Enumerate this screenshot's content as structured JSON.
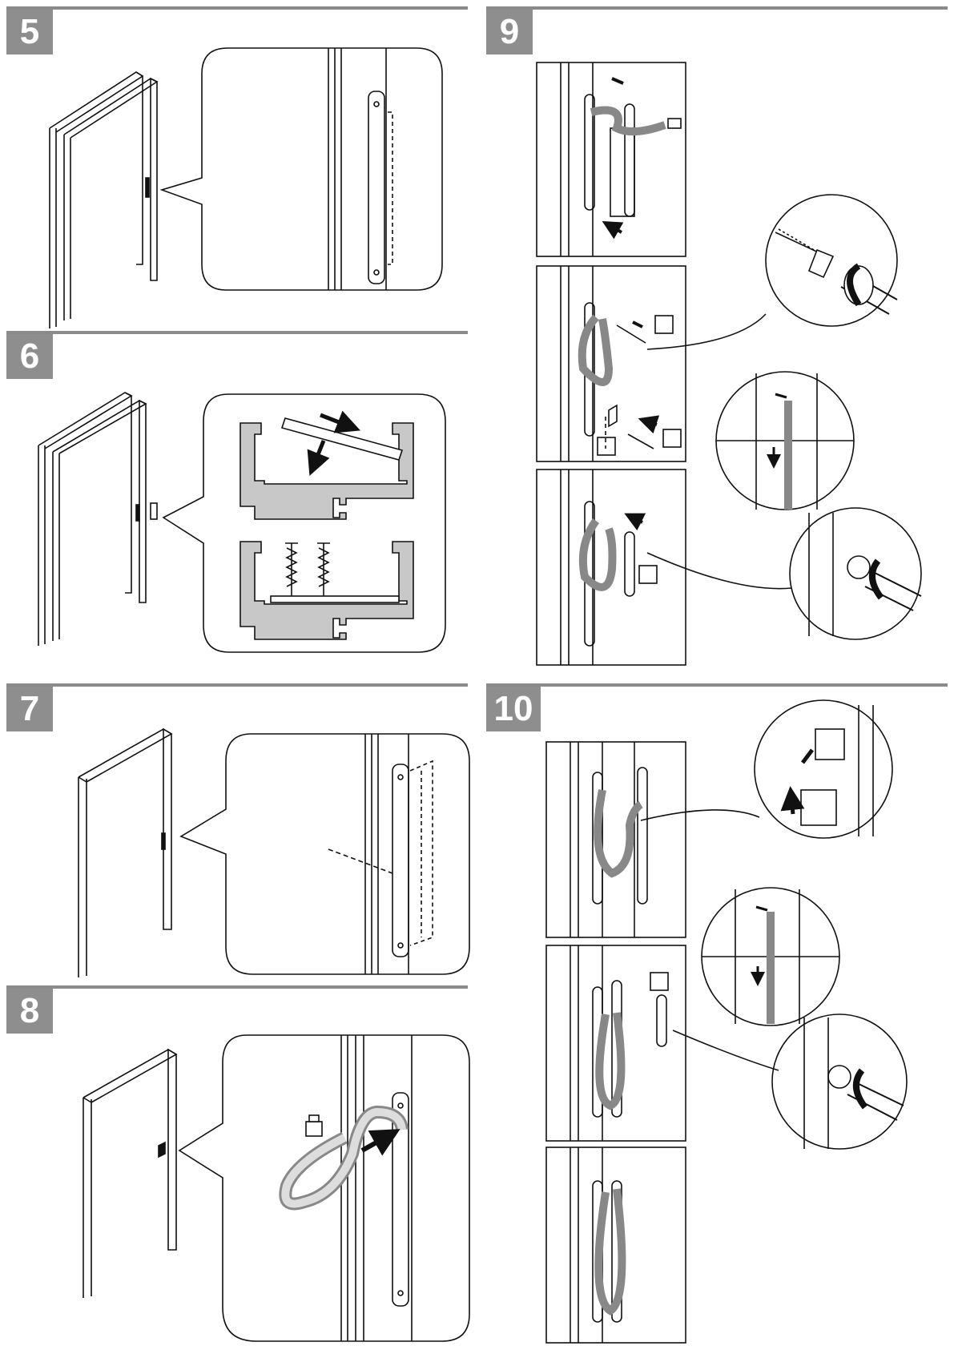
{
  "steps": [
    {
      "number": "5"
    },
    {
      "number": "6"
    },
    {
      "number": "7"
    },
    {
      "number": "8"
    },
    {
      "number": "9"
    },
    {
      "number": "10"
    }
  ],
  "colors": {
    "rule": "#8a8a8a",
    "badge": "#8e8e8e",
    "badge_text": "#ffffff",
    "line": "#111111",
    "profile_fill": "#c8c8c8"
  },
  "icons": [
    "arrow-icon",
    "screwdriver-icon",
    "screw-icon",
    "connector-plug-icon",
    "cable-hose-icon"
  ]
}
